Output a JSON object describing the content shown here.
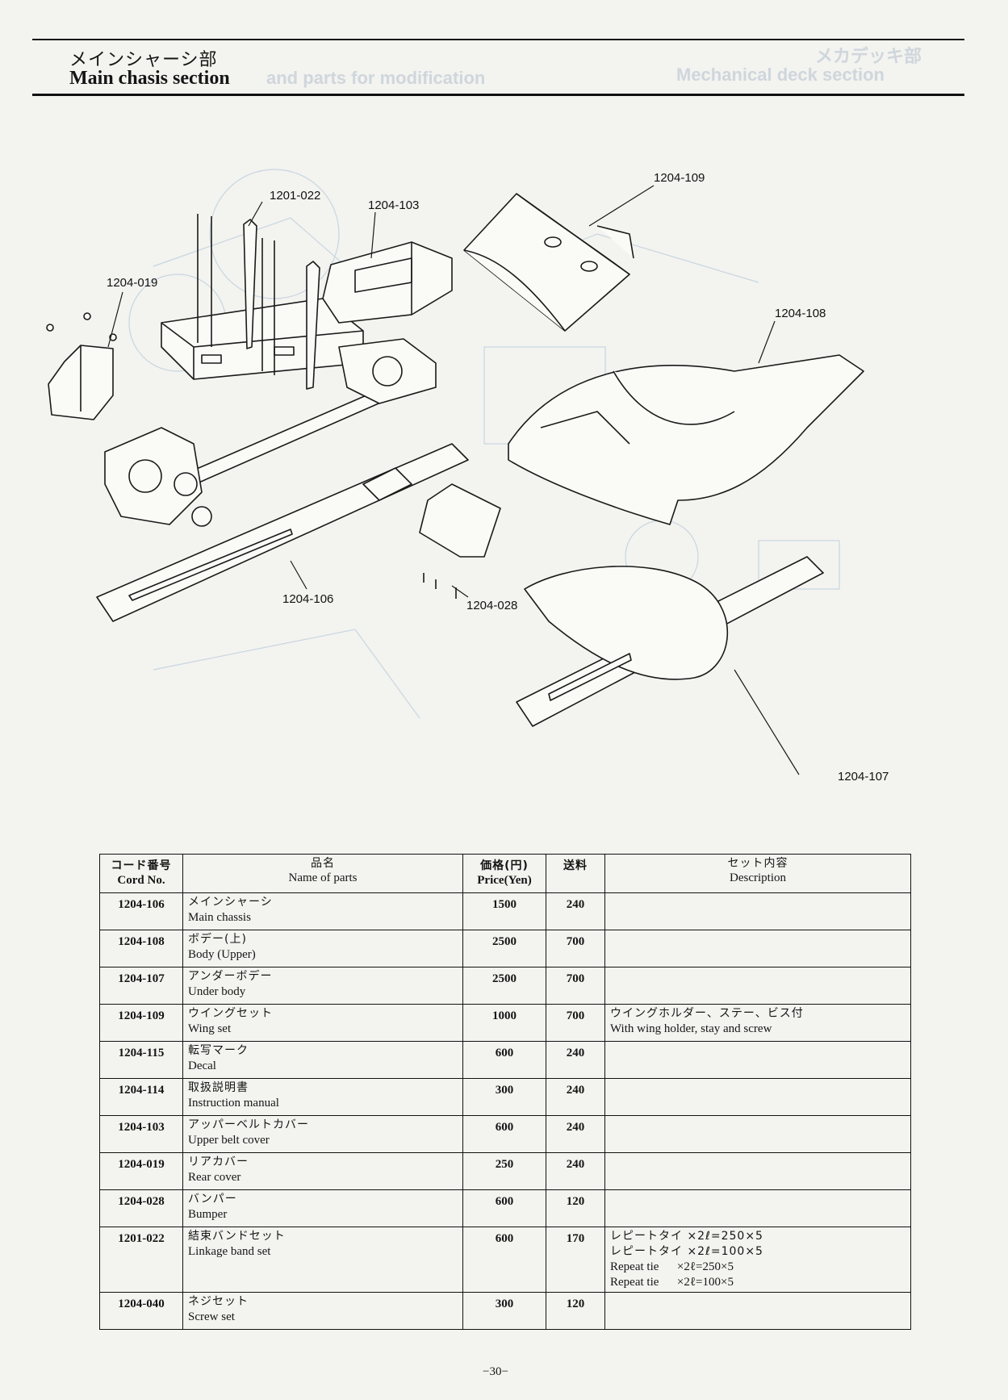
{
  "header": {
    "title_jp": "メインシャーシ部",
    "title_en": "Main chasis section",
    "ghost_left": "and parts for modification",
    "ghost_right": "Mechanical deck section",
    "ghost_right_jp": "メカデッキ部"
  },
  "callouts": {
    "c1201_022": "1201-022",
    "c1204_103": "1204-103",
    "c1204_019": "1204-019",
    "c1204_106": "1204-106",
    "c1204_028": "1204-028",
    "c1204_109": "1204-109",
    "c1204_108": "1204-108",
    "c1204_107": "1204-107"
  },
  "table": {
    "headers": {
      "code_jp": "コード番号",
      "code_en": "Cord No.",
      "name_jp": "品名",
      "name_en": "Name of parts",
      "price_jp": "価格(円)",
      "price_en": "Price(Yen)",
      "ship_jp": "送料",
      "desc_jp": "セット内容",
      "desc_en": "Description"
    },
    "rows": [
      {
        "code": "1204-106",
        "name_jp": "メインシャーシ",
        "name_en": "Main chassis",
        "price": "1500",
        "ship": "240",
        "desc": ""
      },
      {
        "code": "1204-108",
        "name_jp": "ボデー(上)",
        "name_en": "Body (Upper)",
        "price": "2500",
        "ship": "700",
        "desc": ""
      },
      {
        "code": "1204-107",
        "name_jp": "アンダーボデー",
        "name_en": "Under body",
        "price": "2500",
        "ship": "700",
        "desc": ""
      },
      {
        "code": "1204-109",
        "name_jp": "ウイングセット",
        "name_en": "Wing set",
        "price": "1000",
        "ship": "700",
        "desc_jp": "ウイングホルダー、ステー、ビス付",
        "desc": "With wing holder, stay and screw"
      },
      {
        "code": "1204-115",
        "name_jp": "転写マーク",
        "name_en": "Decal",
        "price": "600",
        "ship": "240",
        "desc": ""
      },
      {
        "code": "1204-114",
        "name_jp": "取扱説明書",
        "name_en": "Instruction manual",
        "price": "300",
        "ship": "240",
        "desc": ""
      },
      {
        "code": "1204-103",
        "name_jp": "アッパーベルトカバー",
        "name_en": "Upper belt cover",
        "price": "600",
        "ship": "240",
        "desc": ""
      },
      {
        "code": "1204-019",
        "name_jp": "リアカバー",
        "name_en": "Rear cover",
        "price": "250",
        "ship": "240",
        "desc": ""
      },
      {
        "code": "1204-028",
        "name_jp": "バンパー",
        "name_en": "Bumper",
        "price": "600",
        "ship": "120",
        "desc": ""
      },
      {
        "code": "1201-022",
        "name_jp": "結束バンドセット",
        "name_en": "Linkage band set",
        "price": "600",
        "ship": "170",
        "desc_lines": [
          "レピートタイ ×2ℓ=250×5",
          "レピートタイ ×2ℓ=100×5",
          "Repeat tie      ×2ℓ=250×5",
          "Repeat tie      ×2ℓ=100×5"
        ]
      },
      {
        "code": "1204-040",
        "name_jp": "ネジセット",
        "name_en": "Screw set",
        "price": "300",
        "ship": "120",
        "desc": ""
      }
    ]
  },
  "page_number": "−30−"
}
